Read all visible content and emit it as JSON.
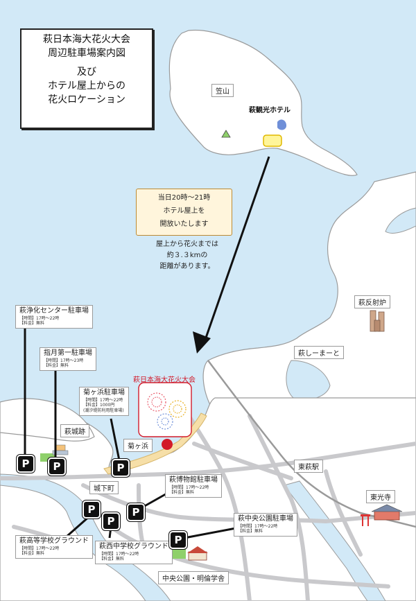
{
  "title_box": {
    "line1": "萩日本海大花火大会",
    "line2": "周辺駐車場案内図",
    "line3": "及び",
    "line4": "ホテル屋上からの",
    "line5": "花火ロケーション"
  },
  "landmarks": {
    "kasayama": "笠山",
    "hotel": "萩観光ホテル",
    "hagi_hansharo": "萩反射炉",
    "hagi_shimaato": "萩しーまーと",
    "festival": "萩日本海大花火大会",
    "hagi_castle_ruins": "萩城跡",
    "kikugahama": "菊ヶ浜",
    "higashi_hagi_station": "東萩駅",
    "jokamachi": "城下町",
    "tokoji": "東光寺",
    "chuo_koen": "中央公園・明倫学舎"
  },
  "rooftop_notice": {
    "line1": "当日20時～21時",
    "line2": "ホテル屋上を",
    "line3": "開放いたします"
  },
  "distance_note": {
    "line1": "屋上から花火までは",
    "line2": "約３.３kmの",
    "line3": "距離があります。"
  },
  "parking": {
    "p_symbol": "P",
    "jokaseika": {
      "name": "萩浄化センター駐車場",
      "hours": "【時間】17時～22時",
      "fee": "【料金】無料"
    },
    "shizuki": {
      "name": "指月第一駐車場",
      "hours": "【時間】17時～23時",
      "fee": "【料金】無料"
    },
    "kikugahama": {
      "name": "菊ヶ浜駐車場",
      "hours": "【時間】17時～22時",
      "fee": "【料金】1000円",
      "note": "(潮汐堤防利用駐車場)"
    },
    "hakubutsukan": {
      "name": "萩博物館駐車場",
      "hours": "【時間】17時～22時",
      "fee": "【料金】無料"
    },
    "chuo_koen": {
      "name": "萩中央公園駐車場",
      "hours": "【時間】17時～22時",
      "fee": "【料金】無料"
    },
    "hagi_high": {
      "name": "萩高等学校グラウンド",
      "hours": "【時間】17時～22時",
      "fee": "【料金】無料"
    },
    "hagi_nishi_jhs": {
      "name": "萩西中学校グラウンド",
      "hours": "【時間】17時～22時",
      "fee": "【料金】無料"
    }
  },
  "colors": {
    "sea": "#d2e9f7",
    "land": "#ffffff",
    "road": "#c9c9cc",
    "coast": "#9a9a9a",
    "festival_red": "#d21a2a",
    "notice_bg": "#fff5dc",
    "park_green": "#8fd06b"
  }
}
